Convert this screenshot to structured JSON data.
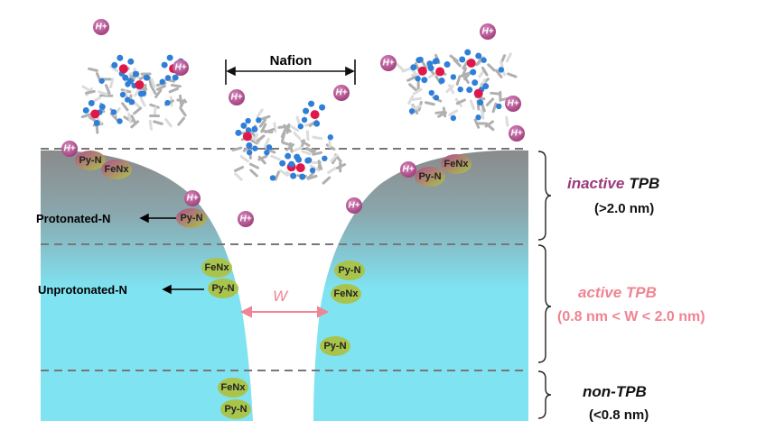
{
  "nafion_label": "Nafion",
  "proton_label": "H+",
  "site_labels": {
    "pyridinic": "Py-N",
    "fenx": "FeNx"
  },
  "annotations": {
    "protonated": "Protonated-N",
    "unprotonated": "Unprotonated-N",
    "width": "W"
  },
  "zones": {
    "inactive": {
      "word": "inactive",
      "tpb": "TPB",
      "range": "(>2.0 nm)"
    },
    "active": {
      "title": "active TPB",
      "range": "(0.8 nm < W < 2.0 nm)"
    },
    "non": {
      "title": "non-TPB",
      "range": "(<0.8 nm)"
    }
  },
  "colors": {
    "inactive": "#9b3a7a",
    "active": "#f08492",
    "carbon_top": "#8a8a8a",
    "carbon_bottom": "#7fe3f2",
    "site": "#a9c44c",
    "proton": "#b04f8d"
  }
}
